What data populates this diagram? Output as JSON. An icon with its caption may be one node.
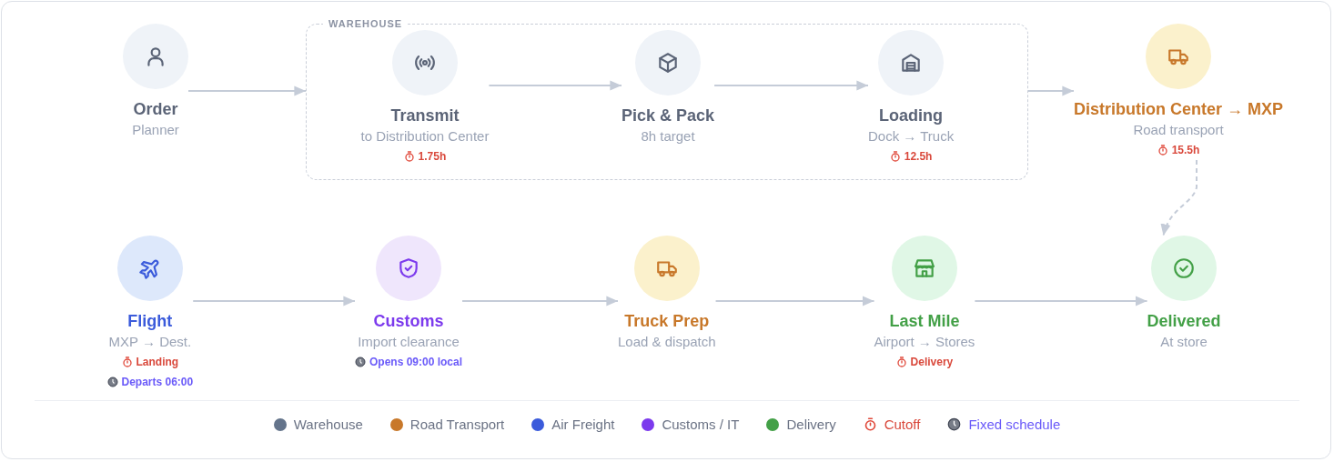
{
  "diagram": {
    "nodes": [
      {
        "text": [
          "Order",
          "Planner"
        ]
      },
      {
        "text": [
          "WAREHOUSE"
        ]
      },
      {
        "text": [
          "Transmit",
          "to Distribution Center",
          "1.75h"
        ],
        "in": 1
      },
      {
        "text": [
          "Pick & Pack",
          "8h target"
        ],
        "in": 1
      },
      {
        "text": [
          "Loading",
          "Dock → Truck",
          "12.5h"
        ],
        "in": 1
      },
      {
        "text": [
          "Distribution Center → MXP",
          "Road transport",
          "15.5h"
        ]
      },
      {
        "text": [
          "Flight",
          "MXP → Dest.",
          "Landing",
          "Departs 06:00"
        ]
      },
      {
        "text": [
          "Customs",
          "Import clearance",
          "Opens 09:00 local"
        ]
      },
      {
        "text": [
          "Truck Prep",
          "Load & dispatch"
        ]
      },
      {
        "text": [
          "Last Mile",
          "Airport → Stores",
          "Delivery"
        ]
      },
      {
        "text": [
          "Delivered",
          "At store"
        ]
      }
    ],
    "edges": [
      {
        "from": 0,
        "to": 1,
        "arrow": "to"
      },
      {
        "from": 2,
        "to": 3,
        "arrow": "to"
      },
      {
        "from": 3,
        "to": 4,
        "arrow": "to"
      },
      {
        "from": 1,
        "to": 5,
        "arrow": "to"
      },
      {
        "from": 5,
        "to": 10,
        "arrow": "to",
        "style": "dashed"
      },
      {
        "from": 6,
        "to": 7,
        "arrow": "to"
      },
      {
        "from": 7,
        "to": 8,
        "arrow": "to"
      },
      {
        "from": 8,
        "to": 9,
        "arrow": "to"
      },
      {
        "from": 9,
        "to": 10,
        "arrow": "to"
      }
    ],
    "legend": [
      {
        "text": "Warehouse",
        "color": "#64748b"
      },
      {
        "text": "Road Transport",
        "color": "#c8782a"
      },
      {
        "text": "Air Freight",
        "color": "#3b5bdb"
      },
      {
        "text": "Customs / IT",
        "color": "#7c3aed"
      },
      {
        "text": "Delivery",
        "color": "#43a047"
      },
      {
        "text": "Cutoff"
      },
      {
        "text": "Fixed schedule"
      }
    ]
  }
}
